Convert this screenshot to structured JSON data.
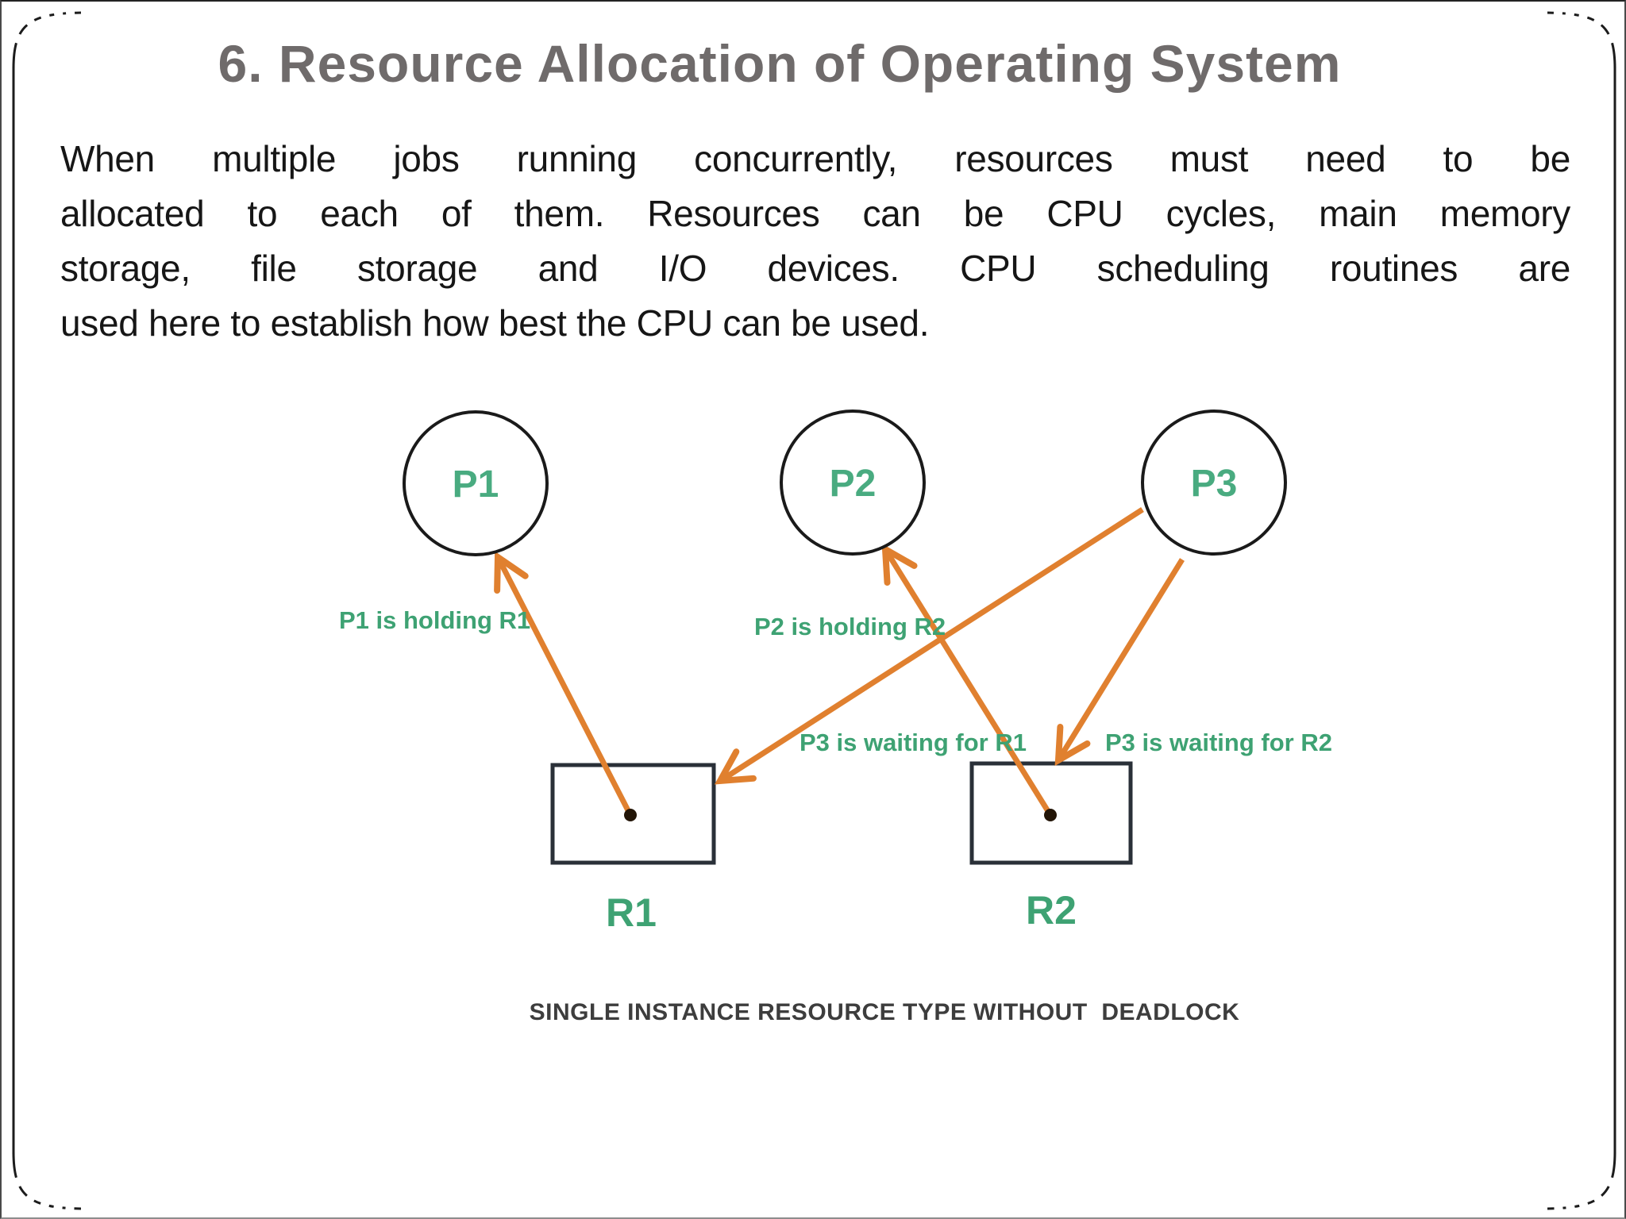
{
  "slide": {
    "title": "6. Resource Allocation of Operating System",
    "paragraph_lines": [
      "When multiple jobs running concurrently, resources must need  to be",
      "allocated to each of them. Resources can be CPU cycles,  main memory",
      "storage, file storage and I/O devices. CPU  scheduling routines are",
      "used here to establish how best the  CPU can be used."
    ],
    "diagram": {
      "processes": [
        {
          "id": "P1",
          "label": "P1"
        },
        {
          "id": "P2",
          "label": "P2"
        },
        {
          "id": "P3",
          "label": "P3"
        }
      ],
      "resources": [
        {
          "id": "R1",
          "label": "R1"
        },
        {
          "id": "R2",
          "label": "R2"
        }
      ],
      "edges": [
        {
          "from": "R1",
          "to": "P1",
          "type": "assignment",
          "label": "P1 is holding R1"
        },
        {
          "from": "R2",
          "to": "P2",
          "type": "assignment",
          "label": "P2 is holding R2"
        },
        {
          "from": "P3",
          "to": "R1",
          "type": "request",
          "label": "P3 is waiting for R1"
        },
        {
          "from": "P3",
          "to": "R2",
          "type": "request",
          "label": "P3 is waiting for R2"
        }
      ],
      "caption": "SINGLE INSTANCE RESOURCE TYPE WITHOUT  DEADLOCK"
    },
    "colors": {
      "title_gray": "#6f6b6b",
      "body_text": "#161616",
      "label_green": "#3ea273",
      "node_green": "#49ab80",
      "arrow_orange": "#e0802f",
      "caption_gray": "#3d3d3d",
      "node_border": "#1a1a1a",
      "resource_border": "#2a3038",
      "frame_black": "#1c1c1c"
    }
  }
}
